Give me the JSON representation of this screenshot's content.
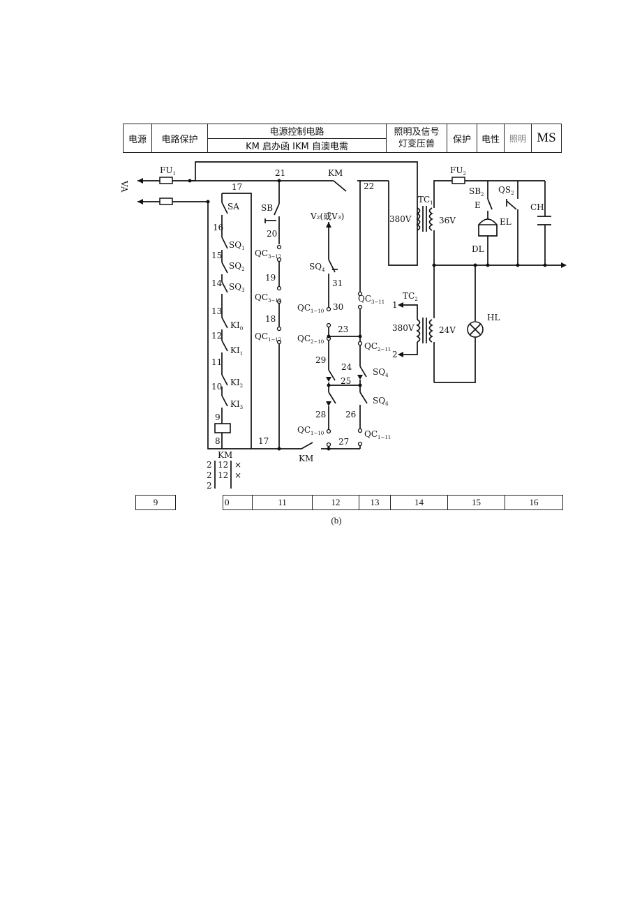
{
  "header": {
    "power": "电源",
    "line_protect": "电路保护",
    "control_top": "电源控制电路",
    "control_bottom": "KM 启办函 IKM 自澳电需",
    "lighting_top": "照明及信号",
    "lighting_bottom": "灯变压兽",
    "protect": "保护",
    "electric": "电性",
    "illum": "照明",
    "ms": "MS"
  },
  "labels": {
    "fu1": "FU",
    "fu1_sub": "1",
    "fu2": "FU",
    "fu2_sub": "2",
    "km_top": "KM",
    "km_coil": "KM",
    "km_bottom": "KM",
    "sa": "SA",
    "sb": "SB",
    "sb2": "SB",
    "sb2_sub": "2",
    "qs2": "QS",
    "qs2_sub": "2",
    "e": "E",
    "el": "EL",
    "ch": "CH",
    "dl": "DL",
    "hl": "HL",
    "tc1": "TC",
    "tc1_sub": "1",
    "tc2": "TC",
    "tc2_sub": "2",
    "v380a": "380V",
    "v36": "36V",
    "v380b": "380V",
    "v24": "24V",
    "v2v3": "V₂(或V₃)",
    "sq1": "SQ",
    "sq1_sub": "1",
    "sq2": "SQ",
    "sq2_sub": "2",
    "sq3": "SQ",
    "sq3_sub": "3",
    "sq4a": "SQ",
    "sq4a_sub": "4",
    "sq4b": "SQ",
    "sq4b_sub": "4",
    "sq6": "SQ",
    "sq6_sub": "6",
    "ki0": "KI",
    "ki0_sub": "0",
    "ki1": "KI",
    "ki1_sub": "1",
    "ki2": "KI",
    "ki2_sub": "2",
    "ki3": "KI",
    "ki3_sub": "3",
    "qc3_12": "QC",
    "qc3_12_sub": "3−12",
    "qc3_12b": "QC",
    "qc3_12b_sub": "3−12",
    "qc1_12": "QC",
    "qc1_12_sub": "1−12",
    "qc1_10": "QC",
    "qc1_10_sub": "1−10",
    "qc3_11": "QC",
    "qc3_11_sub": "3−11",
    "qc2_10": "QC",
    "qc2_10_sub": "2−10",
    "qc2_11": "QC",
    "qc2_11_sub": "2−11",
    "qc1_10b": "QC",
    "qc1_10b_sub": "1−10",
    "qc1_11": "QC",
    "qc1_11_sub": "1−11",
    "t1": "1",
    "t2": "2"
  },
  "nodes": {
    "n8": "8",
    "n9": "9",
    "n10": "10",
    "n11": "11",
    "n12": "12",
    "n13": "13",
    "n14": "14",
    "n15": "15",
    "n16": "16",
    "n17a": "17",
    "n17b": "17",
    "n18": "18",
    "n19": "19",
    "n20": "20",
    "n21": "21",
    "n22": "22",
    "n23": "23",
    "n24": "24",
    "n25": "25",
    "n26": "26",
    "n27": "27",
    "n28": "28",
    "n29": "29",
    "n30": "30",
    "n31": "31"
  },
  "contact_table": {
    "rows": [
      {
        "left": "2",
        "mid": "12",
        "mark": "×"
      },
      {
        "left": "2",
        "mid": "12",
        "mark": "×"
      },
      {
        "left": "2",
        "mid": "",
        "mark": ""
      }
    ]
  },
  "ruler": [
    "9",
    "0",
    "11",
    "12",
    "13",
    "14",
    "15",
    "16"
  ],
  "caption": "(b)"
}
